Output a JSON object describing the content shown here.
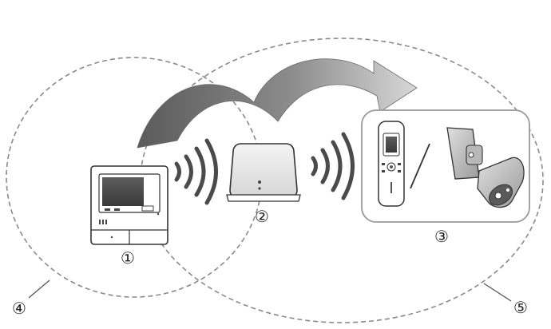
{
  "diagram": {
    "colors": {
      "range_circle": "#8a8a8a",
      "arrow_dark": "#5e5e5e",
      "arrow_light": "#d2d2d2",
      "device_outline": "#333333",
      "signal_wave": "#4a4a4a",
      "device_box": "#9a9a9a"
    },
    "callouts": {
      "monitor": "①",
      "repeater": "②",
      "devices": "③",
      "monitor_range": "④",
      "repeater_range": "⑤"
    },
    "icons": [
      "main-monitor-icon",
      "wireless-repeater-icon",
      "wireless-handset-icon",
      "wireless-camera-icon",
      "wireless-signal-icon",
      "curved-arrow-icon"
    ]
  }
}
